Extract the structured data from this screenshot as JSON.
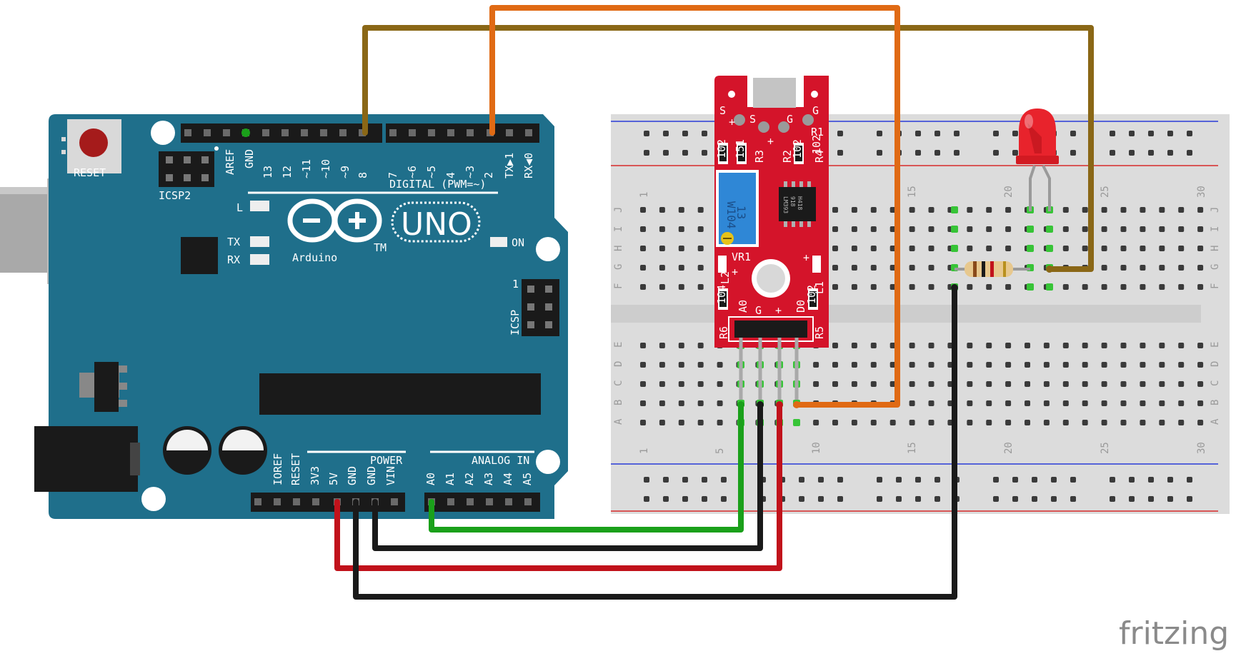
{
  "arduino": {
    "reset_label": "RESET",
    "icsp2_label": "ICSP2",
    "icsp_label": "ICSP",
    "icsp_pin1": "1",
    "aref": "AREF",
    "gnd": "GND",
    "digital_pins": [
      "13",
      "12",
      "~11",
      "~10",
      "~9",
      "8",
      "7",
      "~6",
      "~5",
      "4",
      "~3",
      "2",
      "TX▶1",
      "RX◀0"
    ],
    "digital_label": "DIGITAL (PWM=~)",
    "led_l": "L",
    "led_tx": "TX",
    "led_rx": "RX",
    "led_on": "ON",
    "uno_text": "UNO",
    "brand_text": "Arduino",
    "tm": "TM",
    "power_label": "POWER",
    "power_pins": [
      "IOREF",
      "RESET",
      "3V3",
      "5V",
      "GND",
      "GND",
      "VIN"
    ],
    "analog_label": "ANALOG IN",
    "analog_pins": [
      "A0",
      "A1",
      "A2",
      "A3",
      "A4",
      "A5"
    ],
    "board_color": "#1f6f8b"
  },
  "sensor": {
    "top_labels": [
      "S",
      "S",
      "G",
      "G"
    ],
    "plus_signs": [
      "+",
      "+"
    ],
    "resistor_labels": [
      "R3",
      "R2",
      "R1",
      "R4",
      "R6",
      "R5"
    ],
    "chip_markings": [
      "LM393",
      "918",
      "H418"
    ],
    "pot_markings": [
      "W104",
      "13"
    ],
    "vr_label": "VR1",
    "led_labels": [
      "L2",
      "L1"
    ],
    "smd_codes": [
      "102",
      "151",
      "102",
      "102",
      "104",
      "102"
    ],
    "pin_labels": [
      "A0",
      "G",
      "+",
      "D0"
    ],
    "board_color": "#d4142a"
  },
  "breadboard": {
    "row_letters_top": [
      "J",
      "I",
      "H",
      "G",
      "F"
    ],
    "row_letters_bottom": [
      "E",
      "D",
      "C",
      "B",
      "A"
    ],
    "column_numbers": [
      "1",
      "5",
      "10",
      "15",
      "20",
      "25",
      "30"
    ]
  },
  "watermark": "fritzing"
}
